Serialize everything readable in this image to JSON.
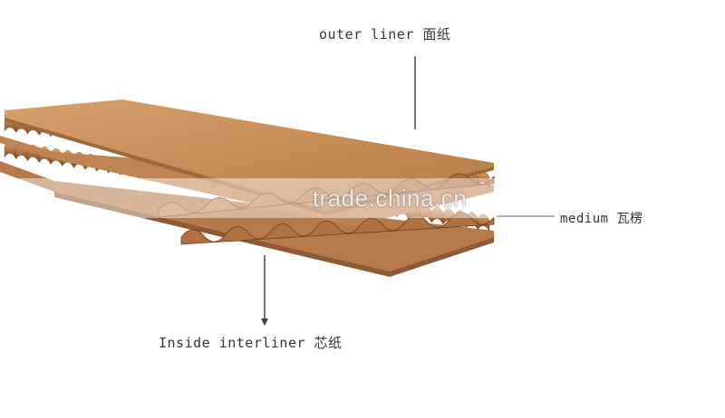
{
  "labels": {
    "outer_liner": "outer liner 面纸",
    "medium": "medium 瓦楞",
    "inside_interliner": "Inside interliner 芯纸"
  },
  "watermark": "trade.china.cn",
  "colors": {
    "liner": "#c58a55",
    "liner_dark": "#9b6233",
    "flute_light": "#d79a62",
    "flute_dark": "#8a5229",
    "leader_line": "#444444",
    "text": "#333333"
  }
}
